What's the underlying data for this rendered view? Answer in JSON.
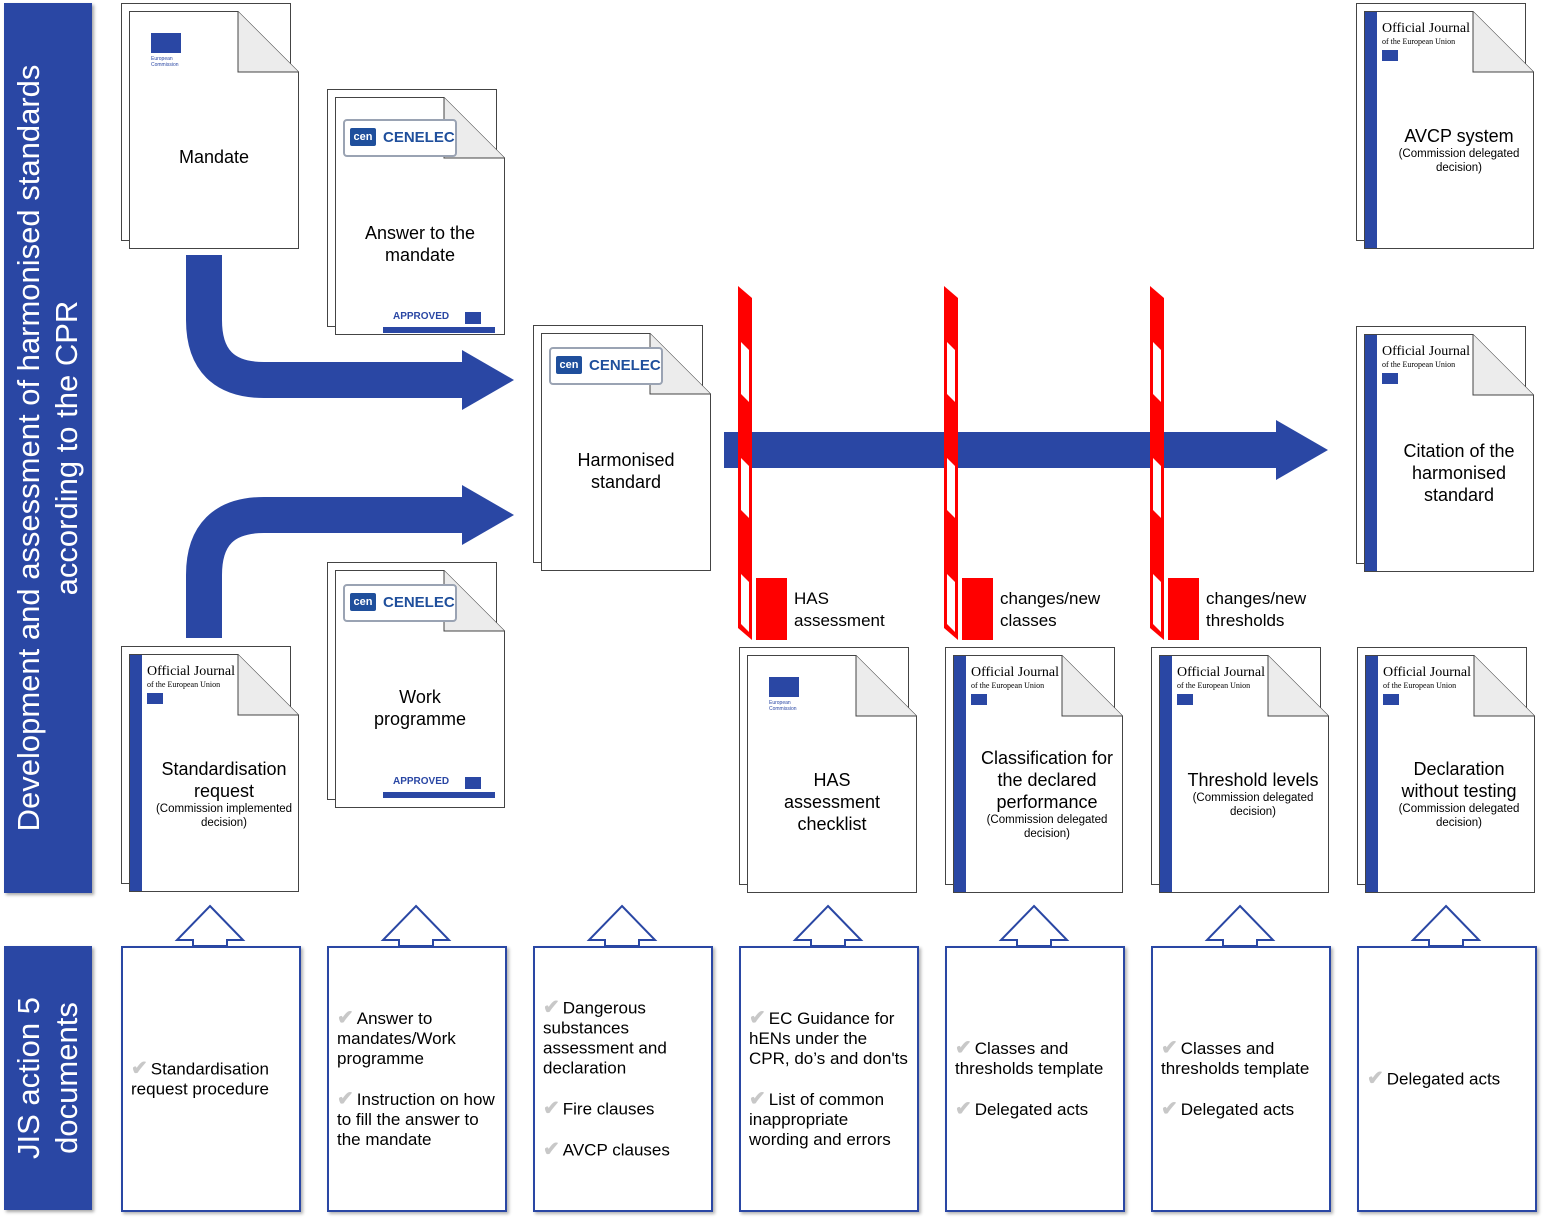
{
  "sidebar_top": {
    "line1": "Development and assessment of harmonised standards",
    "line2": "according to the CPR"
  },
  "sidebar_bottom": {
    "line1": "JIS action 5",
    "line2": "documents"
  },
  "documents": {
    "mandate": {
      "title": "Mandate"
    },
    "answer": {
      "title": "Answer to the mandate",
      "approved": "APPROVED"
    },
    "standardisation_request": {
      "title": "Standardisation request",
      "sub": "(Commission implemented decision)"
    },
    "work_programme": {
      "title": "Work programme",
      "approved": "APPROVED"
    },
    "harmonised_standard": {
      "title": "Harmonised standard"
    },
    "avcp_system": {
      "title": "AVCP system",
      "sub": "(Commission delegated decision)"
    },
    "citation": {
      "title": "Citation of the harmonised standard"
    },
    "has_checklist": {
      "title": "HAS assessment checklist"
    },
    "classification": {
      "title": "Classification for the declared performance",
      "sub": "(Commission delegated decision)"
    },
    "threshold_levels": {
      "title": "Threshold levels",
      "sub": "(Commission delegated decision)"
    },
    "declaration": {
      "title": "Declaration without testing",
      "sub": "(Commission delegated decision)"
    }
  },
  "logos": {
    "cen": "cen",
    "cenelec": "CENELEC",
    "oj_title": "Official Journal",
    "oj_subtitle": "of the European Union",
    "ec_line1": "European",
    "ec_line2": "Commission"
  },
  "barriers": {
    "has": "HAS assessment",
    "classes": "changes/new classes",
    "thresholds": "changes/new thresholds"
  },
  "jis_boxes": [
    {
      "items": [
        "Standardisation request procedure"
      ]
    },
    {
      "items": [
        "Answer to mandates/Work programme",
        "Instruction on how to fill the answer to the mandate"
      ]
    },
    {
      "items": [
        "Dangerous substances assessment and declaration",
        "Fire clauses",
        "AVCP clauses"
      ]
    },
    {
      "items": [
        "EC Guidance for hENs under the CPR, do’s and don'ts",
        "List of common inappropriate wording and errors"
      ]
    },
    {
      "items": [
        "Classes and thresholds template",
        "Delegated acts"
      ]
    },
    {
      "items": [
        "Classes and thresholds template",
        "Delegated acts"
      ]
    },
    {
      "items": [
        "Delegated acts"
      ]
    }
  ],
  "colors": {
    "blue": "#2a47a4",
    "red": "#ff0000",
    "outline": "#444444"
  }
}
